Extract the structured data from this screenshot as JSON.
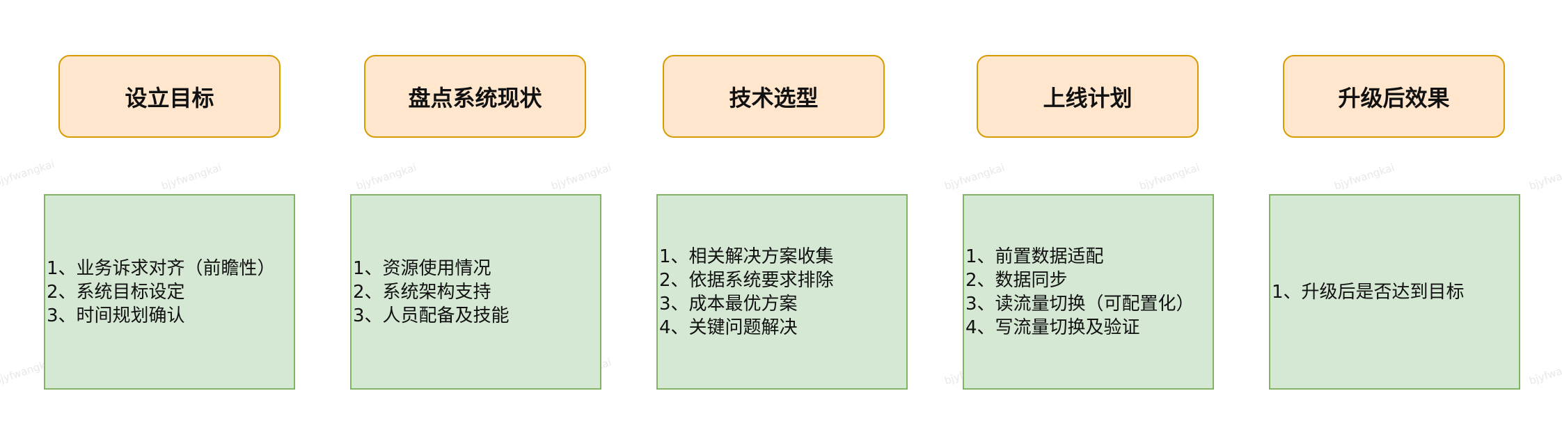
{
  "steps": [
    {
      "title": "设立目标",
      "items": [
        "1、业务诉求对齐（前瞻性）",
        "2、系统目标设定",
        "3、时间规划确认"
      ]
    },
    {
      "title": "盘点系统现状",
      "items": [
        "1、资源使用情况",
        "2、系统架构支持",
        "3、人员配备及技能"
      ]
    },
    {
      "title": "技术选型",
      "items": [
        "1、相关解决方案收集",
        "2、依据系统要求排除",
        "3、成本最优方案",
        "4、关键问题解决"
      ]
    },
    {
      "title": "上线计划",
      "items": [
        "1、前置数据适配",
        "2、数据同步",
        "3、读流量切换（可配置化）",
        "4、写流量切换及验证"
      ]
    },
    {
      "title": "升级后效果",
      "items": [
        "1、升级后是否达到目标"
      ]
    }
  ],
  "watermark_text": "bjyfwangkai",
  "colors": {
    "header_fill": "#ffe6cc",
    "header_border": "#d79b00",
    "detail_fill": "#d5e8d4",
    "detail_border": "#82b366"
  }
}
